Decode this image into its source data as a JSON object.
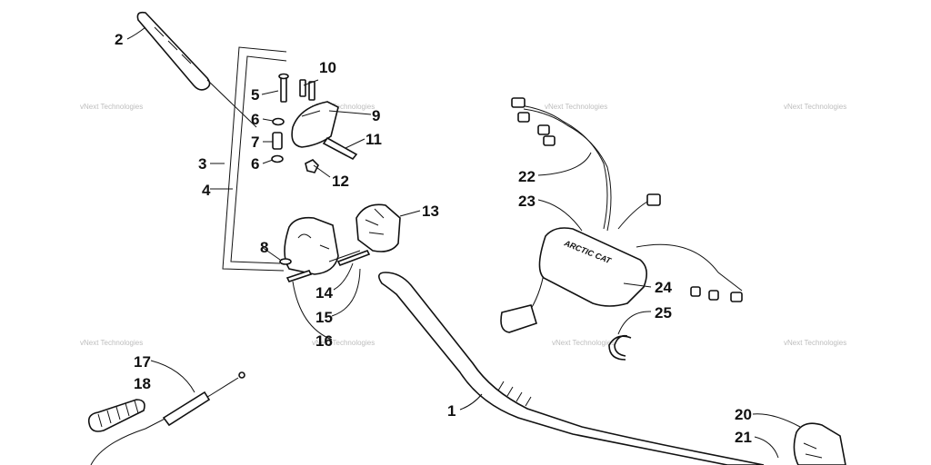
{
  "diagram": {
    "watermark_text": "vNext Technologies",
    "callouts": [
      "1",
      "2",
      "3",
      "4",
      "5",
      "6",
      "7",
      "8",
      "9",
      "10",
      "11",
      "12",
      "13",
      "14",
      "15",
      "16",
      "17",
      "18",
      "20",
      "21",
      "22",
      "23",
      "24",
      "25"
    ],
    "extra_labels": {
      "second_6": "6"
    },
    "housing_logo_text": "ARCTIC CAT"
  }
}
